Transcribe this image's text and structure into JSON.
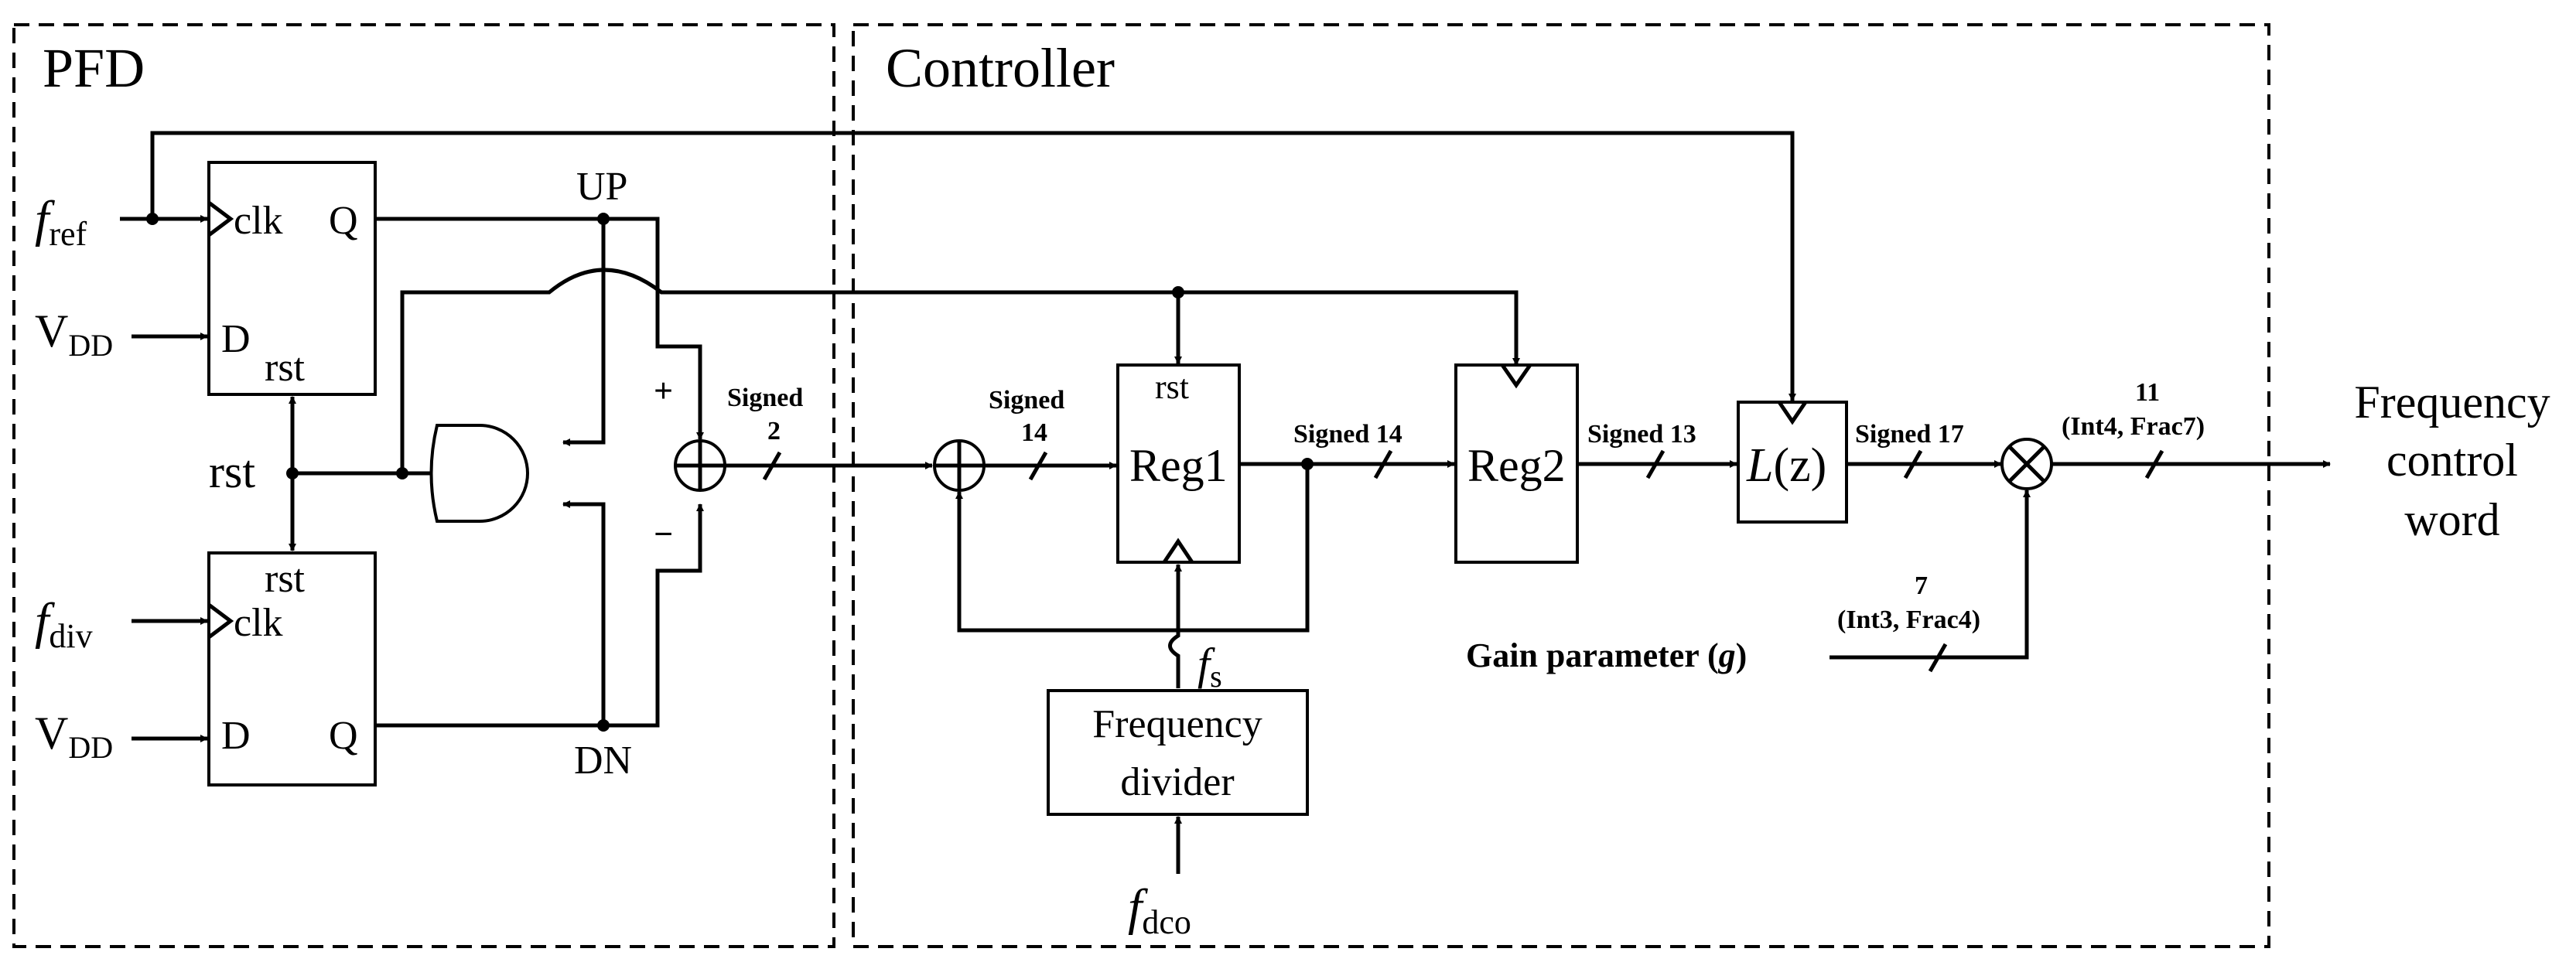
{
  "sections": {
    "pfd": "PFD",
    "controller": "Controller"
  },
  "pfd": {
    "ff1": {
      "clk": "clk",
      "q": "Q",
      "d": "D",
      "rst": "rst"
    },
    "ff2": {
      "clk": "clk",
      "q": "Q",
      "d": "D",
      "rst": "rst"
    },
    "inputs": {
      "fref_main": "f",
      "fref_sub": "ref",
      "vdd1_main": "V",
      "vdd1_sub": "DD",
      "fdiv_main": "f",
      "fdiv_sub": "div",
      "vdd2_main": "V",
      "vdd2_sub": "DD"
    },
    "rst_label": "rst",
    "up_label": "UP",
    "dn_label": "DN",
    "plus": "+",
    "minus": "−",
    "sum_symbol": "⊕"
  },
  "controller": {
    "reg1": {
      "label": "Reg1",
      "rst": "rst"
    },
    "reg2": {
      "label": "Reg2"
    },
    "lz": {
      "main": "L",
      "arg": "(z)"
    },
    "freq_divider": {
      "line1": "Frequency",
      "line2": "divider"
    },
    "fs_main": "f",
    "fs_sub": "s",
    "fdco_main": "f",
    "fdco_sub": "dco",
    "sum_symbol": "⊕",
    "mult_symbol": "⊗",
    "gain_main": "Gain parameter (",
    "gain_var": "g",
    "gain_close": ")"
  },
  "bus_labels": {
    "pfd_out_1": "Signed",
    "pfd_out_2": "2",
    "sum_out_1": "Signed",
    "sum_out_2": "14",
    "reg1_out": "Signed 14",
    "reg2_out": "Signed 13",
    "lz_out": "Signed 17",
    "mult_out_1": "11",
    "mult_out_2": "(Int4, Frac7)",
    "gain_1": "7",
    "gain_2": "(Int3, Frac4)"
  },
  "output": {
    "line1": "Frequency",
    "line2": "control",
    "line3": "word"
  }
}
